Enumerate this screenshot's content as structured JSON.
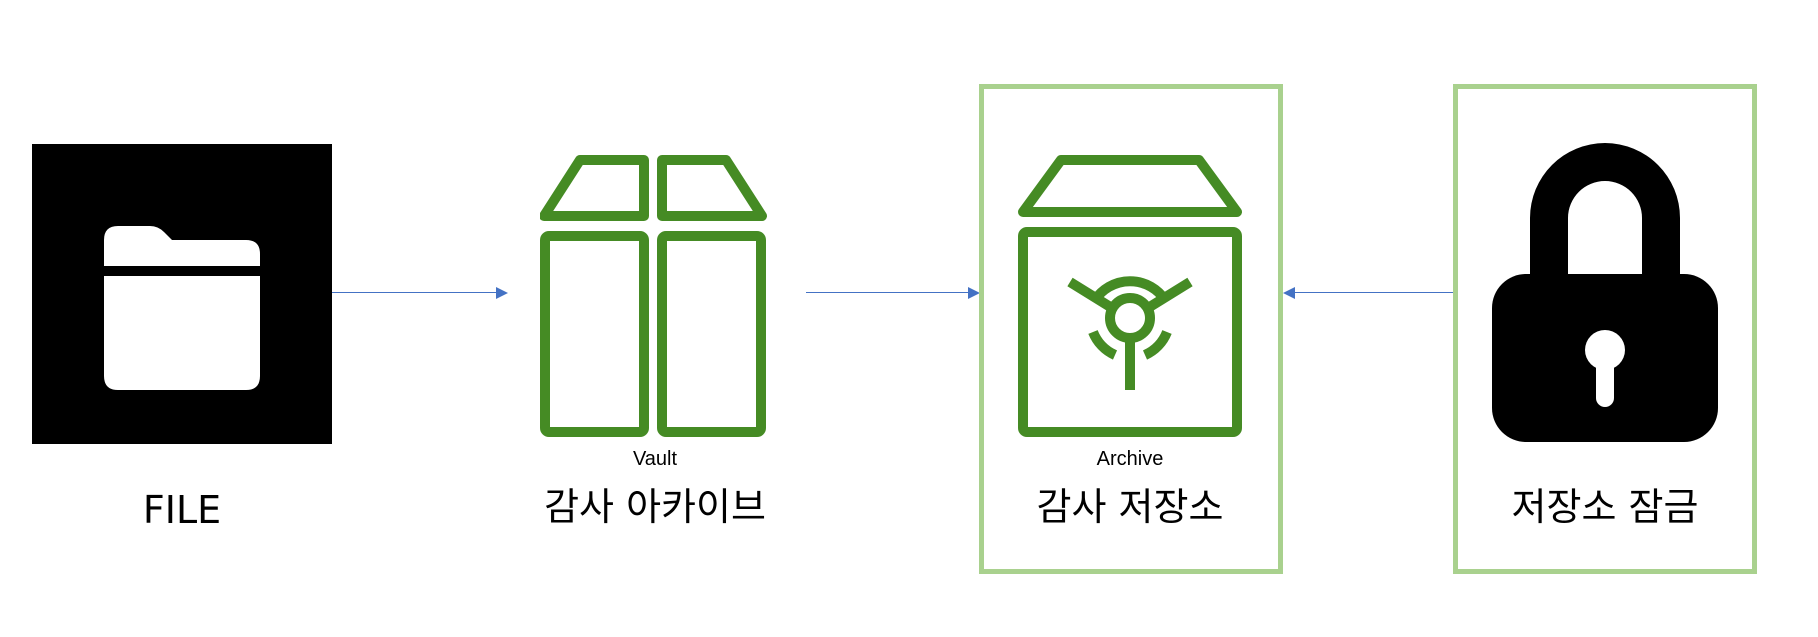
{
  "nodes": {
    "file": {
      "label": "FILE",
      "icon": "folder-icon"
    },
    "vault": {
      "caption": "Vault",
      "label": "감사 아카이브",
      "icon": "open-box-icon"
    },
    "archive": {
      "caption": "Archive",
      "label": "감사 저장소",
      "icon": "vault-box-icon"
    },
    "lock": {
      "label": "저장소 잠금",
      "icon": "padlock-icon"
    }
  },
  "colors": {
    "icon_green": "#458B24",
    "frame_green": "#A9D18E",
    "connector_blue": "#4472C4",
    "black": "#000000"
  }
}
